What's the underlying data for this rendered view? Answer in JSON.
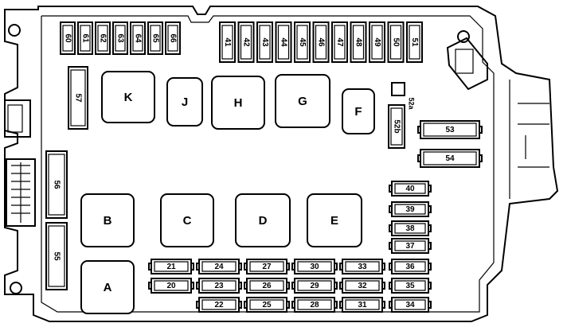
{
  "relays": [
    "K",
    "J",
    "H",
    "G",
    "F",
    "B",
    "C",
    "D",
    "E",
    "A"
  ],
  "fuses_top_left": [
    "60",
    "61",
    "62",
    "63",
    "64",
    "65",
    "66"
  ],
  "fuses_top_right": [
    "41",
    "42",
    "43",
    "44",
    "45",
    "46",
    "47",
    "48",
    "49",
    "50",
    "51"
  ],
  "fuses_vertical_left": [
    "57",
    "56",
    "55"
  ],
  "fuse_52a": "52a",
  "fuse_52b": "52b",
  "fuses_horizontal_right": [
    "53",
    "54"
  ],
  "fuses_right_column": [
    "40",
    "39",
    "38",
    "37",
    "36",
    "35",
    "34"
  ],
  "fuses_bottom_grid": {
    "row1": [
      "21",
      "24",
      "27",
      "30",
      "33"
    ],
    "row2": [
      "20",
      "23",
      "26",
      "29",
      "32"
    ],
    "row3": [
      "22",
      "25",
      "28",
      "31"
    ]
  }
}
